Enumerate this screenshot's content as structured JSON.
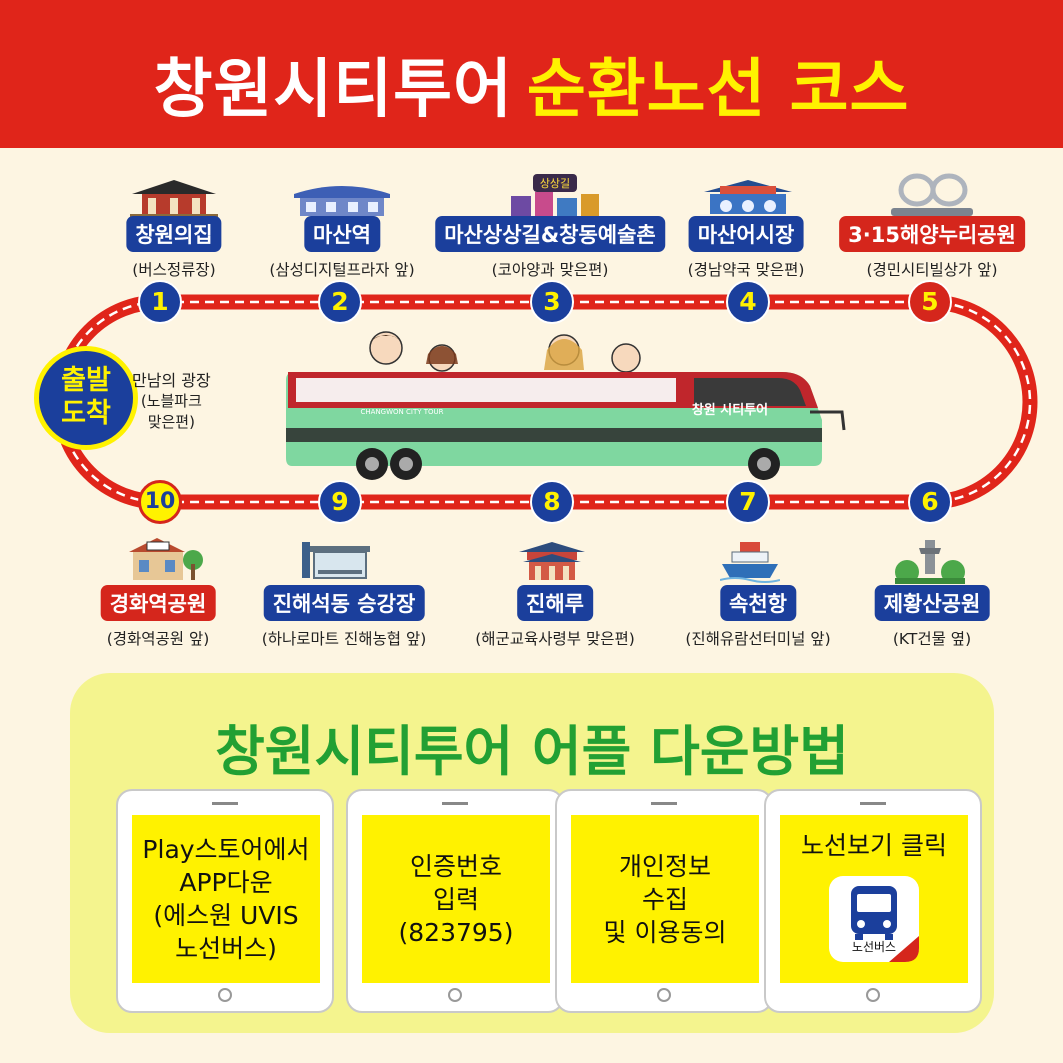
{
  "header": {
    "title_white": "창원시티투어",
    "title_yellow": "순환노선 코스"
  },
  "start": {
    "label_line1": "출발",
    "label_line2": "도착",
    "place": "만남의 광장",
    "sub1": "(노블파크",
    "sub2": "맞은편)"
  },
  "stops_top": [
    {
      "num": "1",
      "name": "창원의집",
      "sub": "(버스정류장)"
    },
    {
      "num": "2",
      "name": "마산역",
      "sub": "(삼성디지털프라자 앞)"
    },
    {
      "num": "3",
      "name": "마산상상길&창동예술촌",
      "sub": "(코아양과 맞은편)"
    },
    {
      "num": "4",
      "name": "마산어시장",
      "sub": "(경남약국 맞은편)"
    },
    {
      "num": "5",
      "name": "3·15해양누리공원",
      "sub": "(경민시티빌상가 앞)"
    }
  ],
  "stops_bottom": [
    {
      "num": "10",
      "name": "경화역공원",
      "sub": "(경화역공원 앞)"
    },
    {
      "num": "9",
      "name": "진해석동 승강장",
      "sub": "(하나로마트 진해농협 앞)"
    },
    {
      "num": "8",
      "name": "진해루",
      "sub": "(해군교육사령부 맞은편)"
    },
    {
      "num": "7",
      "name": "속천항",
      "sub": "(진해유람선터미널 앞)"
    },
    {
      "num": "6",
      "name": "제황산공원",
      "sub": "(KT건물 옆)"
    }
  ],
  "bus": {
    "text_main": "창원 시티투어",
    "text_small": "CHANGWON CITY TOUR"
  },
  "app": {
    "title": "창원시티투어 어플 다운방법",
    "step1": {
      "l1": "Play스토어에서",
      "l2": "APP다운",
      "l3": "(에스원 UVIS",
      "l4": "노선버스)"
    },
    "step2": {
      "l1": "인증번호",
      "l2": "입력",
      "l3": "(823795)"
    },
    "step3": {
      "l1": "개인정보",
      "l2": "수집",
      "l3": "및 이용동의"
    },
    "step4": {
      "l1": "노선보기 클릭",
      "icon_label": "노선버스"
    }
  },
  "colors": {
    "red": "#e0251a",
    "blue": "#1b3f9c",
    "yellow": "#fff200",
    "green": "#22a033",
    "cream": "#fdf5e2"
  }
}
